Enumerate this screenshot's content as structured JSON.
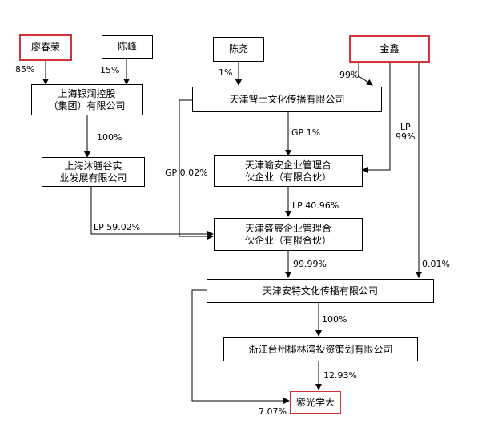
{
  "nodes": {
    "liao_chunrong": "廖春荣",
    "chen_feng": "陈峰",
    "chen_yao": "陈尧",
    "jin_xin": "金鑫",
    "shanghai_yinrun": "上海银润控股\n（集团）有限公司",
    "tianjin_zhishi": "天津智士文化传播有限公司",
    "shanghai_mushan": "上海沐膳谷实\n业发展有限公司",
    "tianjin_yuan": "天津瑜安企业管理合\n伙企业（有限合伙）",
    "tianjin_shengchen": "天津盛宸企业管理合\n伙企业（有限合伙）",
    "tianjin_ante": "天津安特文化传播有限公司",
    "zhejiang_taizhou": "浙江台州椰林湾投资策划有限公司",
    "ziguang_xueda": "紫光学大"
  },
  "labels": {
    "liao_85": "85%",
    "chen_feng_15": "15%",
    "chen_yao_1": "1%",
    "jin_99": "99%",
    "yinrun_100": "100%",
    "gp_1": "GP 1%",
    "lp_99": "LP\n99%",
    "gp_002": "GP 0.02%",
    "lp_4096": "LP 40.96%",
    "lp_5902": "LP 59.02%",
    "pct_9999": "99.99%",
    "pct_001": "0.01%",
    "ante_100": "100%",
    "pct_1293": "12.93%",
    "pct_707": "7.07%"
  },
  "colors": {
    "highlight": "#d0343a",
    "line": "#000000"
  }
}
